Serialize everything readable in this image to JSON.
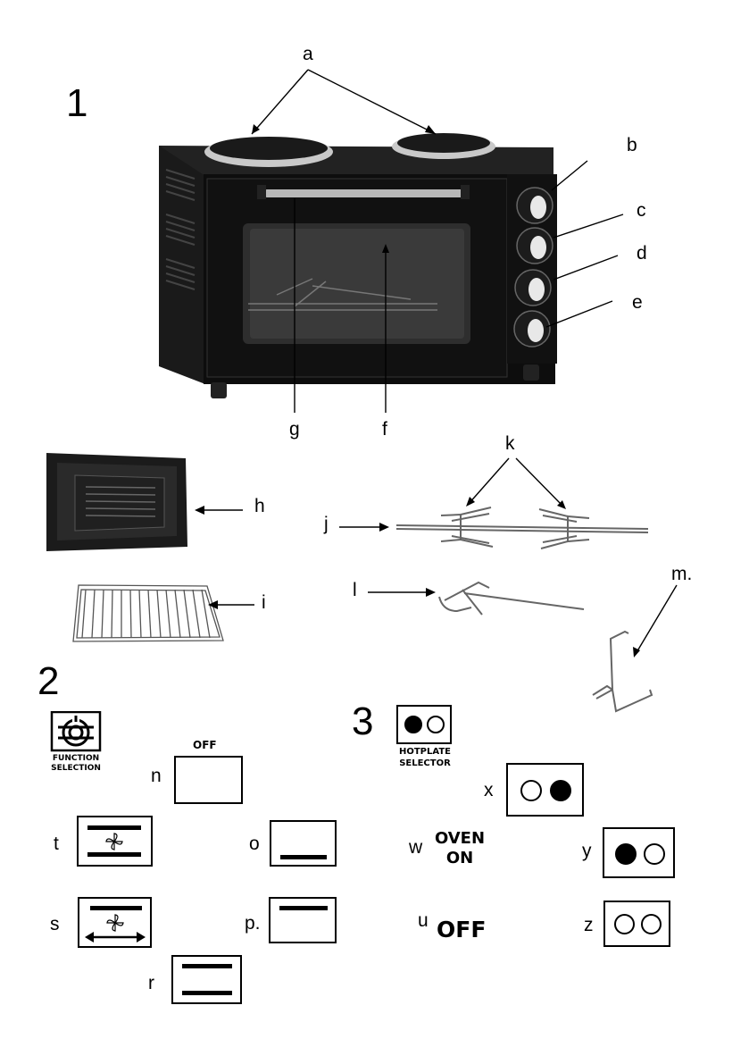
{
  "section_numbers": {
    "s1": "1",
    "s2": "2",
    "s3": "3"
  },
  "part_labels": {
    "a": "a",
    "b": "b",
    "c": "c",
    "d": "d",
    "e": "e",
    "f": "f",
    "g": "g",
    "h": "h",
    "i": "i",
    "j": "j",
    "k": "k",
    "l": "l",
    "m": "m."
  },
  "function_selection": {
    "icon_text_line1": "FUNCTION",
    "icon_text_line2": "SELECTION",
    "off_label": "OFF",
    "labels": {
      "n": "n",
      "o": "o",
      "p": "p.",
      "r": "r",
      "s": "s",
      "t": "t"
    }
  },
  "hotplate_selector": {
    "icon_text_line1": "HOTPLATE",
    "icon_text_line2": "SELECTOR",
    "labels": {
      "u": "u",
      "w": "w",
      "x": "x",
      "y": "y",
      "z": "z"
    },
    "oven_on_line1": "OVEN",
    "oven_on_line2": "ON",
    "off_text": "OFF"
  },
  "icons": [
    "oven-appliance-icon",
    "baking-tray-icon",
    "wire-rack-icon",
    "rotisserie-spit-icon",
    "spit-handle-icon",
    "rack-handle-icon",
    "function-selection-icon",
    "fan-icon",
    "hotplate-selector-icon"
  ]
}
